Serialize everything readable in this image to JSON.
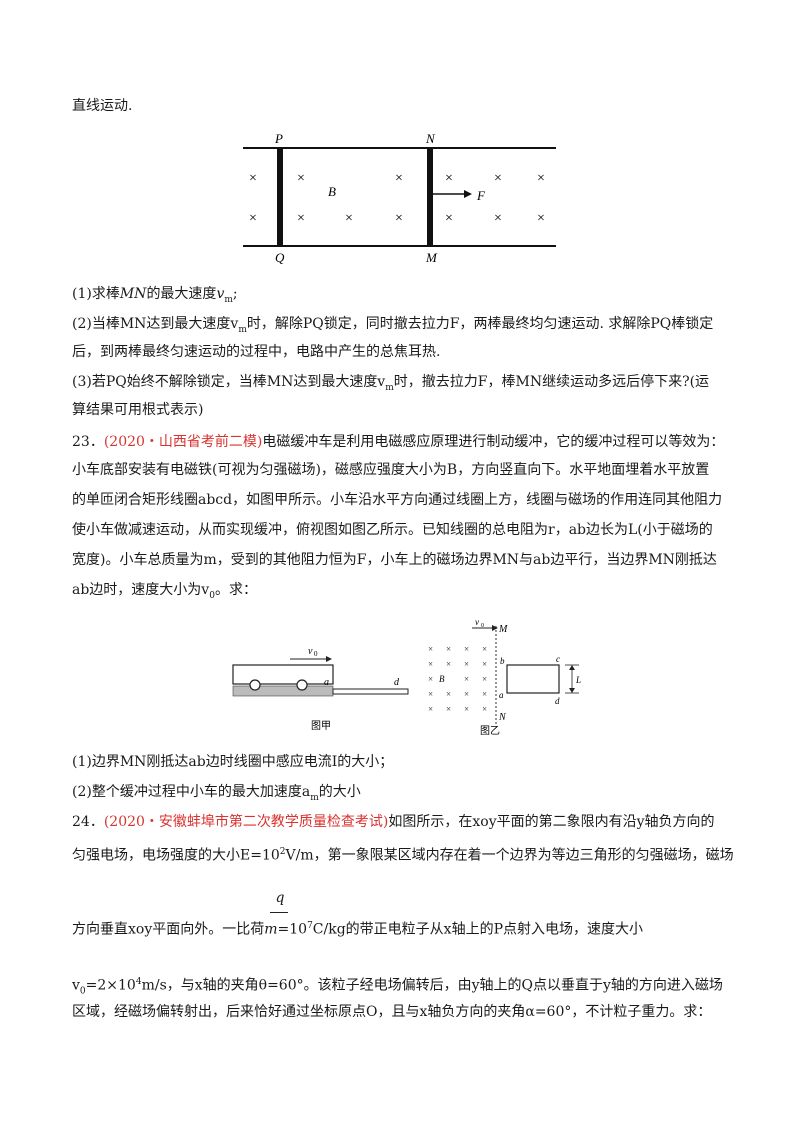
{
  "top_line": "直线运动.",
  "fig1": {
    "labels": {
      "P": "P",
      "Q": "Q",
      "N": "N",
      "M": "M",
      "B": "B",
      "F": "F"
    },
    "cross": "×"
  },
  "q22": {
    "l1_a": "(1)求棒",
    "l1_b": "MN",
    "l1_c": "的最大速度",
    "l1_d": "v",
    "l1_e": "m",
    "l1_f": ";",
    "l2": "(2)当棒MN达到最大速度v",
    "l2_sub": "m",
    "l2_rest": "时，解除PQ锁定，同时撤去拉力F，两棒最终均匀速运动. 求解除PQ棒锁定",
    "l3": "后，到两棒最终匀速运动的过程中，电路中产生的总焦耳热.",
    "l4": "(3)若PQ始终不解除锁定，当棒MN达到最大速度v",
    "l4_sub": "m",
    "l4_rest": "时，撤去拉力F，棒MN继续运动多远后停下来?(运",
    "l5": "算结果可用根式表示)"
  },
  "q23": {
    "num": "23．",
    "source": "(2020・山西省考前二模)",
    "l1": "电磁缓冲车是利用电磁感应原理进行制动缓冲，它的缓冲过程可以等效为：",
    "l2": "小车底部安装有电磁铁(可视为匀强磁场)，磁感应强度大小为B，方向竖直向下。水平地面埋着水平放置",
    "l3": "的单匝闭合矩形线圈abcd，如图甲所示。小车沿水平方向通过线圈上方，线圈与磁场的作用连同其他阻力",
    "l4": "使小车做减速运动，从而实现缓冲，俯视图如图乙所示。已知线圈的总电阻为r，ab边长为L(小于磁场的",
    "l5": "宽度)。小车总质量为m，受到的其他阻力恒为F，小车上的磁场边界MN与ab边平行，当边界MN刚抵达",
    "l6a": "ab边时，速度大小为v",
    "l6sub": "0",
    "l6b": "。求：",
    "fig_a": {
      "caption": "图甲",
      "v0": "v",
      "v0sub": "0",
      "a": "a",
      "d": "d"
    },
    "fig_b": {
      "caption": "图乙",
      "v0": "v",
      "v0sub": "0",
      "M": "M",
      "N": "N",
      "b": "b",
      "c": "c",
      "a": "a",
      "d": "d",
      "B": "B",
      "L": "L",
      "cross": "×"
    },
    "a1": "(1)边界MN刚抵达ab边时线圈中感应电流I的大小；",
    "a2a": "(2)整个缓冲过程中小车的最大加速度a",
    "a2sub": "m",
    "a2b": "的大小"
  },
  "q24": {
    "num": "24．",
    "source": "(2020・安徽蚌埠市第二次教学质量检查考试)",
    "l1": "如图所示，在xoy平面的第二象限内有沿y轴负方向的",
    "l2a": "匀强电场，电场强度的大小E=10",
    "l2sup": "2",
    "l2b": "V/m，第一象限某区域内存在着一个边界为等边三角形的匀强磁场，磁场",
    "frac_num": "q",
    "frac_den": "m",
    "l3a": "方向垂直xoy平面向外。一比荷",
    "l3b": "=10",
    "l3sup": "7",
    "l3c": "C/kg的带正电粒子从x轴上的P点射入电场，速度大小",
    "l4a": "v",
    "l4sub": "0",
    "l4b": "=2×10",
    "l4sup": "4",
    "l4c": "m/s，与x轴的夹角θ=60°。该粒子经电场偏转后，由y轴上的Q点以垂直于y轴的方向进入磁场",
    "l5": "区域，经磁场偏转射出，后来恰好通过坐标原点O，且与x轴负方向的夹角α=60°，不计粒子重力。求："
  }
}
